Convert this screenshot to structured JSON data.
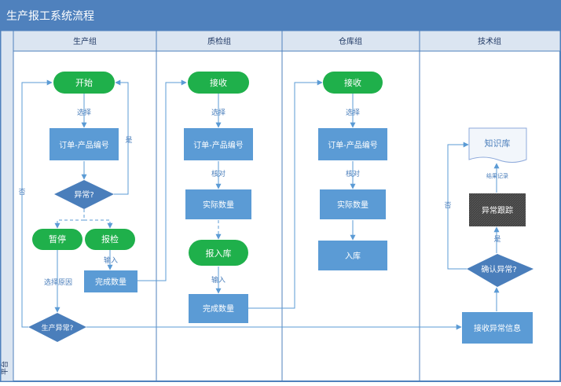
{
  "title": "生产报工系统流程",
  "side_label": "平台",
  "lanes": [
    {
      "label": "生产组"
    },
    {
      "label": "质检组"
    },
    {
      "label": "仓库组"
    },
    {
      "label": "技术组"
    }
  ],
  "nodes": {
    "prod_start": "开始",
    "prod_order": "订单-产品编号",
    "prod_abnormal": "异常?",
    "prod_pause": "暂停",
    "prod_inspect": "报检",
    "prod_complete": "完成数量",
    "prod_abnormal2": "生产异常?",
    "qc_receive": "接收",
    "qc_order": "订单-产品编号",
    "qc_actual": "实际数量",
    "qc_stockin": "报入库",
    "qc_complete": "完成数量",
    "wh_receive": "接收",
    "wh_order": "订单-产品编号",
    "wh_actual": "实际数量",
    "wh_stockin": "入库",
    "tech_kb": "知识库",
    "tech_track": "异常跟踪",
    "tech_confirm": "确认异常?",
    "tech_receive": "接收异常信息"
  },
  "edge_labels": {
    "prod_select": "选择",
    "prod_yes": "是",
    "prod_no": "否",
    "prod_input": "输入",
    "prod_reason": "选择原因",
    "qc_select": "选择",
    "qc_check": "核对",
    "qc_input": "输入",
    "wh_select": "选择",
    "wh_check": "核对",
    "tech_record": "结果记录",
    "tech_yes": "是",
    "tech_no": "否"
  },
  "colors": {
    "header": "#4f81bd",
    "lane_header": "#dbe5f1",
    "border": "#4f81bd",
    "terminal": "#1fb04b",
    "process": "#5b9bd5",
    "decision": "#4a7ebb",
    "dark": "#3a3a3a",
    "line": "#5b9bd5"
  }
}
